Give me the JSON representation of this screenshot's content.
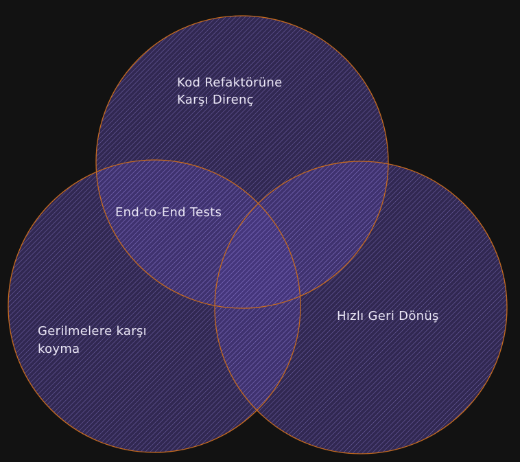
{
  "colors": {
    "background": "#121212",
    "circle_fill": "#4a3a86",
    "circle_stroke": "#c76b1e",
    "hatch_line": "#9b8ae0",
    "label": "#eae6f5"
  },
  "venn": {
    "sets": [
      {
        "id": "top",
        "label_lines": [
          "Kod Refaktörüne",
          "Karşı Direnç"
        ]
      },
      {
        "id": "left",
        "label_lines": [
          "Gerilmelere karşı",
          "koyma"
        ]
      },
      {
        "id": "right",
        "label_lines": [
          "Hızlı Geri Dönüş"
        ]
      }
    ],
    "intersections": [
      {
        "sets": [
          "top",
          "left"
        ],
        "label_lines": [
          "End-to-End Tests"
        ]
      }
    ]
  }
}
